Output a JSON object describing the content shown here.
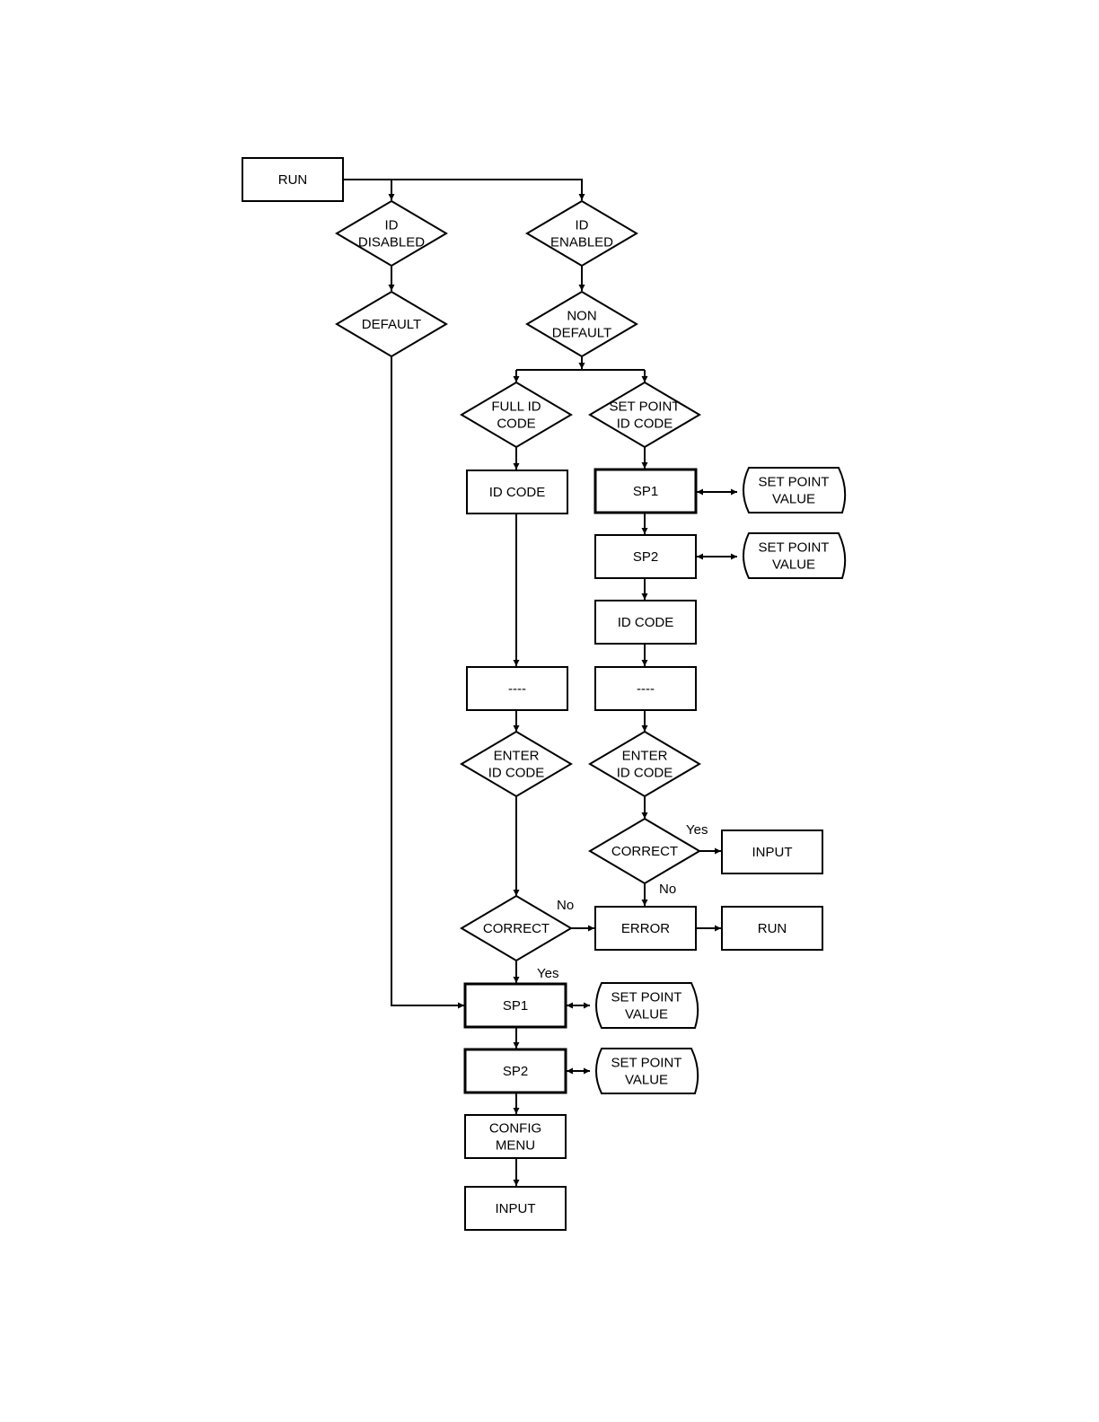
{
  "nodes": [
    {
      "id": "run-top",
      "lines": [
        "RUN"
      ]
    },
    {
      "id": "id-disabled",
      "lines": [
        "ID",
        "DISABLED"
      ]
    },
    {
      "id": "id-enabled",
      "lines": [
        "ID",
        "ENABLED"
      ]
    },
    {
      "id": "default",
      "lines": [
        "DEFAULT"
      ]
    },
    {
      "id": "non-default",
      "lines": [
        "NON",
        "DEFAULT"
      ]
    },
    {
      "id": "full-id-code",
      "lines": [
        "FULL ID",
        "CODE"
      ]
    },
    {
      "id": "set-point-id-code",
      "lines": [
        "SET POINT",
        "ID CODE"
      ]
    },
    {
      "id": "id-code-left",
      "lines": [
        "ID CODE"
      ]
    },
    {
      "id": "sp1-right",
      "lines": [
        "SP1"
      ]
    },
    {
      "id": "spv-1",
      "lines": [
        "SET POINT",
        "VALUE"
      ]
    },
    {
      "id": "sp2-right",
      "lines": [
        "SP2"
      ]
    },
    {
      "id": "spv-2",
      "lines": [
        "SET POINT",
        "VALUE"
      ]
    },
    {
      "id": "id-code-right",
      "lines": [
        "ID CODE"
      ]
    },
    {
      "id": "dash-left",
      "lines": [
        "----"
      ]
    },
    {
      "id": "dash-right",
      "lines": [
        "----"
      ]
    },
    {
      "id": "enter-left",
      "lines": [
        "ENTER",
        "ID CODE"
      ]
    },
    {
      "id": "enter-right",
      "lines": [
        "ENTER",
        "ID CODE"
      ]
    },
    {
      "id": "correct-right",
      "lines": [
        "CORRECT"
      ]
    },
    {
      "id": "input-right",
      "lines": [
        "INPUT"
      ]
    },
    {
      "id": "correct-left",
      "lines": [
        "CORRECT"
      ]
    },
    {
      "id": "error",
      "lines": [
        "ERROR"
      ]
    },
    {
      "id": "run-bottom",
      "lines": [
        "RUN"
      ]
    },
    {
      "id": "sp1-bottom",
      "lines": [
        "SP1"
      ]
    },
    {
      "id": "spv-3",
      "lines": [
        "SET POINT",
        "VALUE"
      ]
    },
    {
      "id": "sp2-bottom",
      "lines": [
        "SP2"
      ]
    },
    {
      "id": "spv-4",
      "lines": [
        "SET POINT",
        "VALUE"
      ]
    },
    {
      "id": "config-menu",
      "lines": [
        "CONFIG",
        "MENU"
      ]
    },
    {
      "id": "input-bottom",
      "lines": [
        "INPUT"
      ]
    }
  ],
  "edge_labels": [
    {
      "id": "yes-correct-right",
      "text": "Yes"
    },
    {
      "id": "no-correct-right",
      "text": "No"
    },
    {
      "id": "no-correct-left",
      "text": "No"
    },
    {
      "id": "yes-correct-left",
      "text": "Yes"
    }
  ]
}
